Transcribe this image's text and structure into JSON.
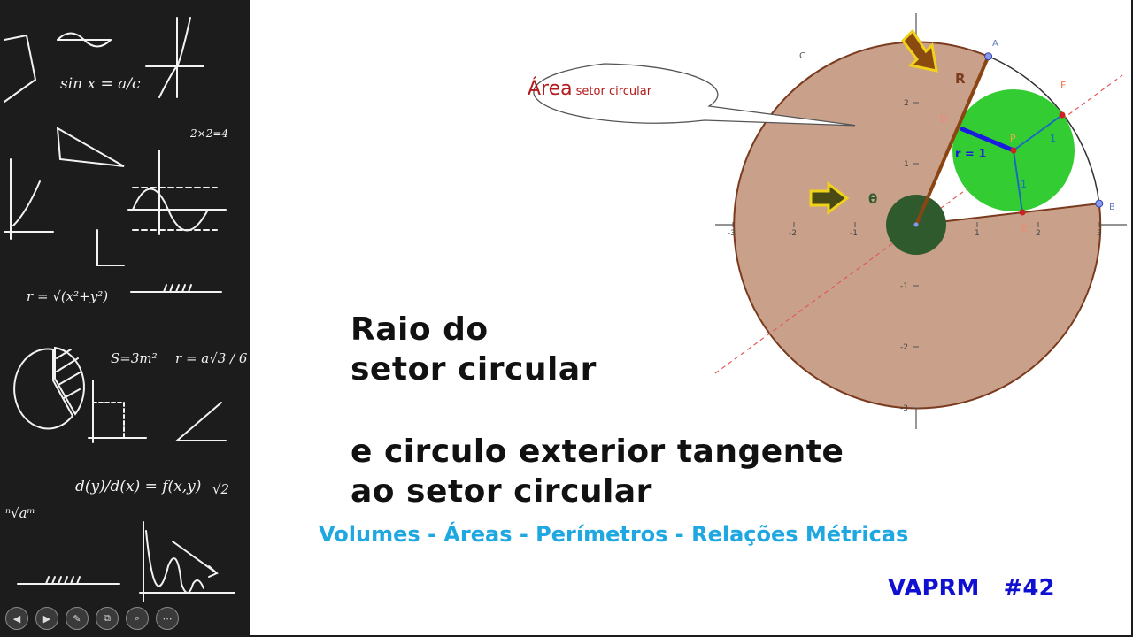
{
  "sidebar": {
    "formulas": {
      "sin": "sin x = a/c",
      "two_two_four": "2×2=4",
      "root": "r = √(x²+y²)",
      "area": "S=3m²",
      "r_sqrt3": "r = a√3 / 6",
      "derivative": "d(y)/d(x) = f(x,y)",
      "sqrt2": "√2",
      "root_am": "ⁿ√aᵐ"
    },
    "nav_buttons": [
      "◀",
      "▶",
      "✎",
      "⧉",
      "⌕",
      "⋯"
    ]
  },
  "diagram": {
    "points": [
      "A",
      "B",
      "C",
      "D",
      "E",
      "F",
      "P"
    ],
    "labels": {
      "big_radius": "R",
      "small_radius": "r = 1",
      "segment_pf": "1",
      "segment_pe": "1",
      "angle": "θ"
    },
    "x_ticks": [
      "-3",
      "-2",
      "-1",
      "1",
      "2",
      "3"
    ],
    "y_ticks": [
      "2",
      "1",
      "-1",
      "-2",
      "-3"
    ],
    "colors": {
      "sector": "#c9a08a",
      "sector_edge": "#7a3b1f",
      "circle": "#33cc33",
      "angle_mark": "#2e5a2e",
      "arrow": "#4a4a16",
      "radius_line": "#8b4513"
    }
  },
  "callout": {
    "main": "Área",
    "sub": "setor circular"
  },
  "title": {
    "line1": "Raio do",
    "line2": "setor circular",
    "line3": "e circulo exterior tangente",
    "line4": "ao setor circular"
  },
  "subtitle": "Volumes - Áreas - Perímetros - Relações Métricas",
  "series_tag": "VAPRM   #42"
}
